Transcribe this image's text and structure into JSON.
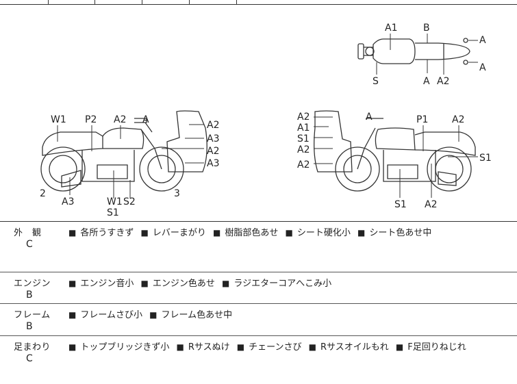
{
  "diagram": {
    "top_view_labels": [
      "A1",
      "B",
      "A",
      "A",
      "S",
      "A",
      "A2"
    ],
    "left_view_labels": [
      "W1",
      "P2",
      "A2",
      "A",
      "A2",
      "A3",
      "A2",
      "A3",
      "2",
      "A3",
      "W1",
      "S1",
      "S2",
      "3"
    ],
    "right_view_labels": [
      "A2",
      "A1",
      "S1",
      "A2",
      "A2",
      "A",
      "P1",
      "A2",
      "S1",
      "S1",
      "A2"
    ]
  },
  "condition": [
    {
      "category": "外　観",
      "grade": "C",
      "items": [
        "各所うすきず",
        "レバーまがり",
        "樹脂部色あせ",
        "シート硬化小",
        "シート色あせ中"
      ]
    },
    {
      "category": "エンジン",
      "grade": "B",
      "items": [
        "エンジン音小",
        "エンジン色あせ",
        "ラジエターコアへこみ小"
      ]
    },
    {
      "category": "フレーム",
      "grade": "B",
      "items": [
        "フレームさび小",
        "フレーム色あせ中"
      ]
    },
    {
      "category": "足まわり",
      "grade": "C",
      "items": [
        "トップブリッジきず小",
        "Rサスぬけ",
        "チェーンさび",
        "Rサスオイルもれ",
        "F足回りねじれ"
      ]
    }
  ]
}
